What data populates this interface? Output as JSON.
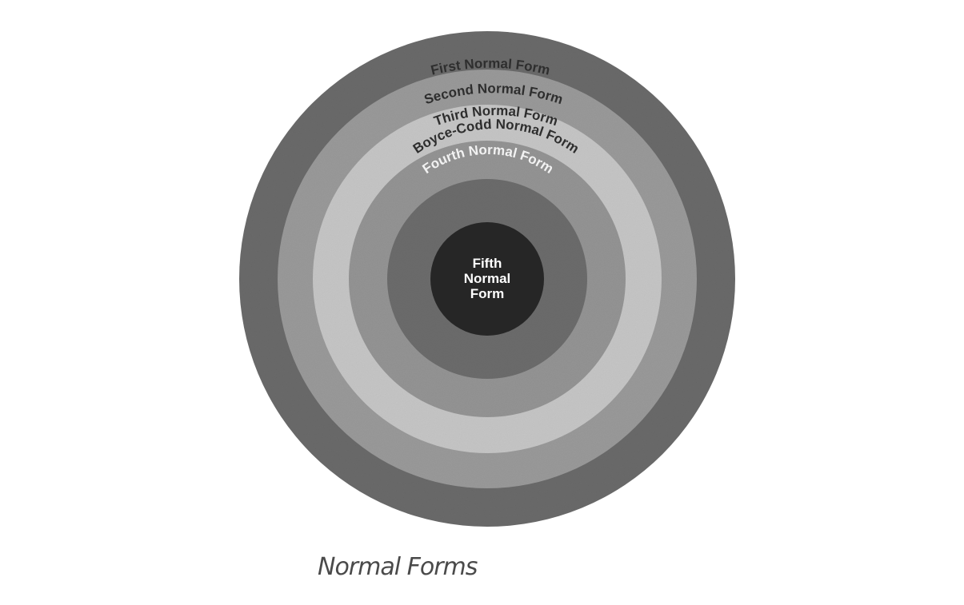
{
  "diagram": {
    "rings": [
      {
        "label": "First Normal Form",
        "color": "#6a6a6a",
        "text_color": "#2e2e2e"
      },
      {
        "label": "Second Normal Form",
        "color": "#9a9a9a",
        "text_color": "#2e2e2e"
      },
      {
        "label": "Third Normal Form",
        "color": "#c6c6c6",
        "text_color": "#2e2e2e"
      },
      {
        "label": "Boyce-Codd Normal Form",
        "color": "#949494",
        "text_color": "#2e2e2e"
      },
      {
        "label": "Fourth Normal Form",
        "color": "#6c6c6c",
        "text_color": "#f2f2f2"
      }
    ],
    "center": {
      "lines": [
        "Fifth",
        "Normal",
        "Form"
      ],
      "color": "#262626",
      "text_color": "#ffffff"
    }
  },
  "caption": "Normal Forms"
}
